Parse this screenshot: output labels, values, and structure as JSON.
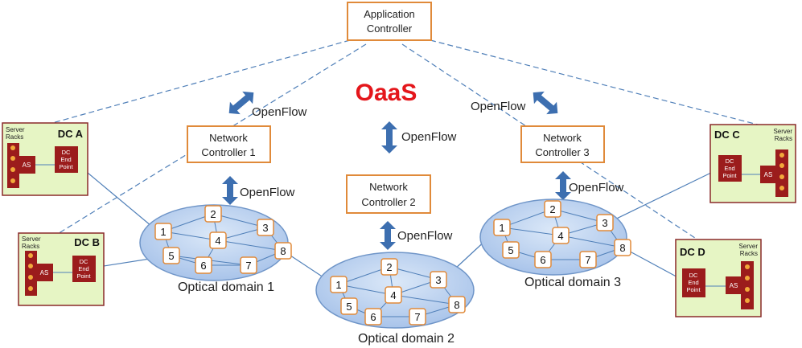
{
  "title": "OaaS",
  "protocol_label": "OpenFlow",
  "app_controller": {
    "line1": "Application",
    "line2": "Controller"
  },
  "network_controllers": [
    {
      "line1": "Network",
      "line2": "Controller 1"
    },
    {
      "line1": "Network",
      "line2": "Controller 2"
    },
    {
      "line1": "Network",
      "line2": "Controller 3"
    }
  ],
  "domains": [
    {
      "label": "Optical domain 1",
      "nodes": [
        "1",
        "2",
        "3",
        "4",
        "5",
        "6",
        "7",
        "8"
      ]
    },
    {
      "label": "Optical domain 2",
      "nodes": [
        "1",
        "2",
        "3",
        "4",
        "5",
        "6",
        "7",
        "8"
      ]
    },
    {
      "label": "Optical domain 3",
      "nodes": [
        "1",
        "2",
        "3",
        "4",
        "5",
        "6",
        "7",
        "8"
      ]
    }
  ],
  "datacenters": [
    {
      "name": "DC A",
      "racks_line1": "Server",
      "racks_line2": "Racks",
      "as_label": "AS",
      "ep_line1": "DC",
      "ep_line2": "End",
      "ep_line3": "Point"
    },
    {
      "name": "DC B",
      "racks_line1": "Server",
      "racks_line2": "Racks",
      "as_label": "AS",
      "ep_line1": "DC",
      "ep_line2": "End",
      "ep_line3": "Point"
    },
    {
      "name": "DC C",
      "racks_line1": "Server",
      "racks_line2": "Racks",
      "as_label": "AS",
      "ep_line1": "DC",
      "ep_line2": "End",
      "ep_line3": "Point"
    },
    {
      "name": "DC D",
      "racks_line1": "Server",
      "racks_line2": "Racks",
      "as_label": "AS",
      "ep_line1": "DC",
      "ep_line2": "End",
      "ep_line3": "Point"
    }
  ],
  "colors": {
    "controller_border": "#e08a3a",
    "dc_fill": "#e6f5c4",
    "dc_border": "#8a2a2a",
    "rack_fill": "#9b1c1c",
    "ellipse_fill": "#b8d0ee",
    "ellipse_stroke": "#6f95c8",
    "link": "#4f7fb8",
    "dashed": "#4f7fb8",
    "arrow": "#3d6fb0",
    "title": "#e4161b"
  }
}
